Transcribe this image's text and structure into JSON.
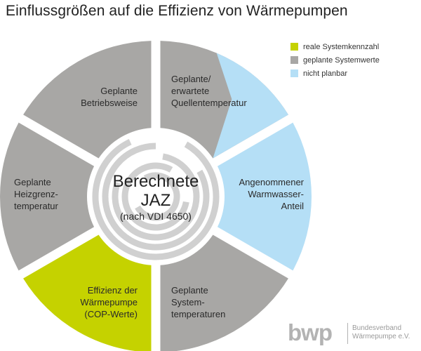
{
  "title": "Einflussgrößen auf die Effizienz von Wärmepumpen",
  "colors": {
    "green": "#c5d200",
    "gray": "#a8a7a5",
    "blue": "#b5dff6",
    "inner_ring": "#d0d0d0"
  },
  "legend": [
    {
      "label": "reale Systemkennzahl",
      "color": "#c5d200"
    },
    {
      "label": "geplante Systemwerte",
      "color": "#a8a7a5"
    },
    {
      "label": "nicht planbar",
      "color": "#b5dff6"
    }
  ],
  "center": {
    "line1": "Berechnete",
    "line2": "JAZ",
    "line3": "(nach VDI 4650)"
  },
  "segments": [
    {
      "id": "quellentemperatur",
      "lines": [
        "Geplante/",
        "erwartete",
        "Quellentemperatur"
      ],
      "fill": "split-gray-blue"
    },
    {
      "id": "warmwasser-anteil",
      "lines": [
        "Angenommener",
        "Warmwasser-",
        "Anteil"
      ],
      "fill": "blue"
    },
    {
      "id": "systemtemperaturen",
      "lines": [
        "Geplante",
        "System-",
        "temperaturen"
      ],
      "fill": "gray"
    },
    {
      "id": "effizienz-waermepumpe",
      "lines": [
        "Effizienz der",
        "Wärmepumpe",
        "(COP-Werte)"
      ],
      "fill": "green"
    },
    {
      "id": "heizgrenztemperatur",
      "lines": [
        "Geplante",
        "Heizgrenz-",
        "temperatur"
      ],
      "fill": "gray"
    },
    {
      "id": "betriebsweise",
      "lines": [
        "Geplante",
        "Betriebsweise"
      ],
      "fill": "gray"
    }
  ],
  "logo": {
    "mark": "bwp",
    "line1": "Bundesverband",
    "line2": "Wärmepumpe e.V."
  }
}
